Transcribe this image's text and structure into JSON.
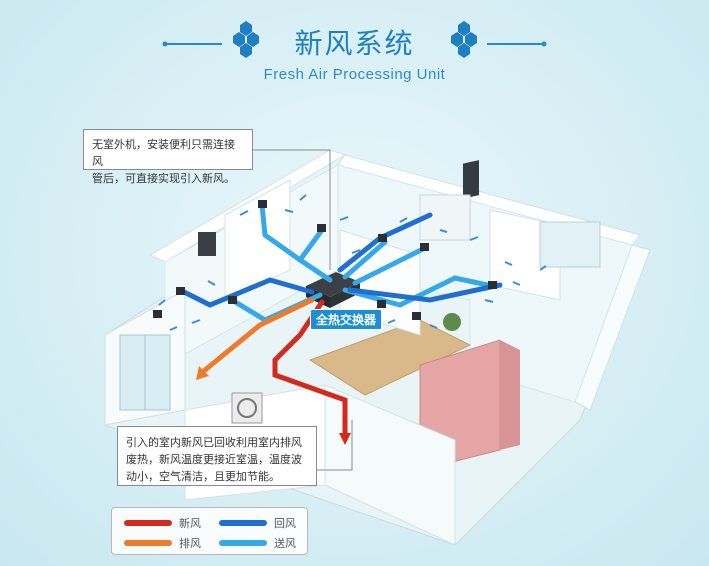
{
  "header": {
    "title": "新风系统",
    "subtitle": "Fresh Air Processing Unit"
  },
  "callouts": {
    "top_line1": "无室外机，安装便利只需连接风",
    "top_line2": "管后，可直接实现引入新风。",
    "bottom_line1": "引入的室内新风已回收利用室内排风",
    "bottom_line2": "废热，新风温度更接近室温，温度波",
    "bottom_line3": "动小，空气清洁，且更加节能。"
  },
  "unit_label": "全热交换器",
  "legend": {
    "fresh": "新风",
    "return": "回风",
    "exhaust": "排风",
    "supply": "送风"
  },
  "colors": {
    "accent": "#1f7fc0",
    "fresh_air": "#d42a1e",
    "return_air": "#1f6fd0",
    "exhaust_air": "#ef7a2a",
    "supply_air": "#35a9e8",
    "wall": "#f3fafb",
    "floor_wood": "#d9b98a",
    "floor_pink": "#e6a6a6"
  }
}
